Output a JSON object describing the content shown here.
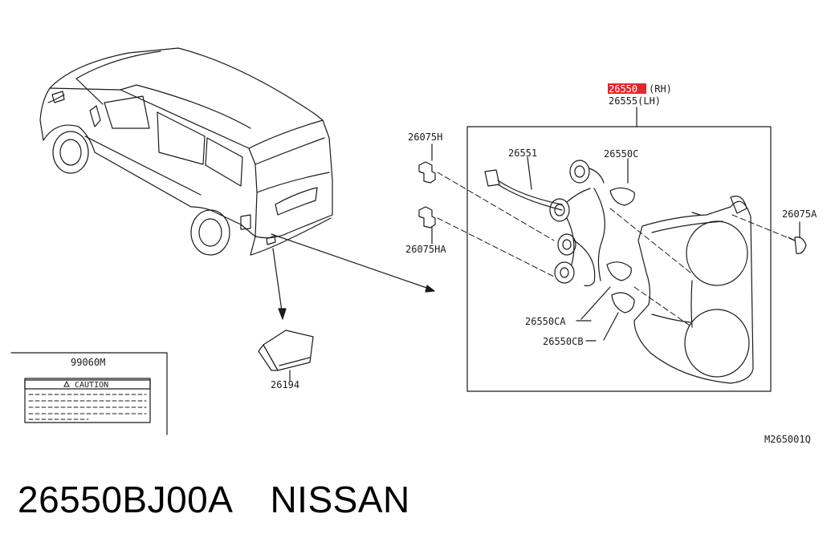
{
  "diagram": {
    "ref_code": "M265001Q",
    "labels": {
      "p26550": "26550",
      "rh": "(RH)",
      "p26555": "26555(LH)",
      "p26075H": "26075H",
      "p26075HA": "26075HA",
      "p26551": "26551",
      "p26550C": "26550C",
      "p26075A": "26075A",
      "p26550CA": "26550CA",
      "p26550CB": "26550CB",
      "p26194": "26194",
      "p99060M": "99060M",
      "caution": "CAUTION"
    },
    "colors": {
      "line": "#1a1a1a",
      "highlight": "#e3262b"
    }
  },
  "footer": {
    "part_number": "26550BJ00A",
    "brand": "NISSAN"
  }
}
